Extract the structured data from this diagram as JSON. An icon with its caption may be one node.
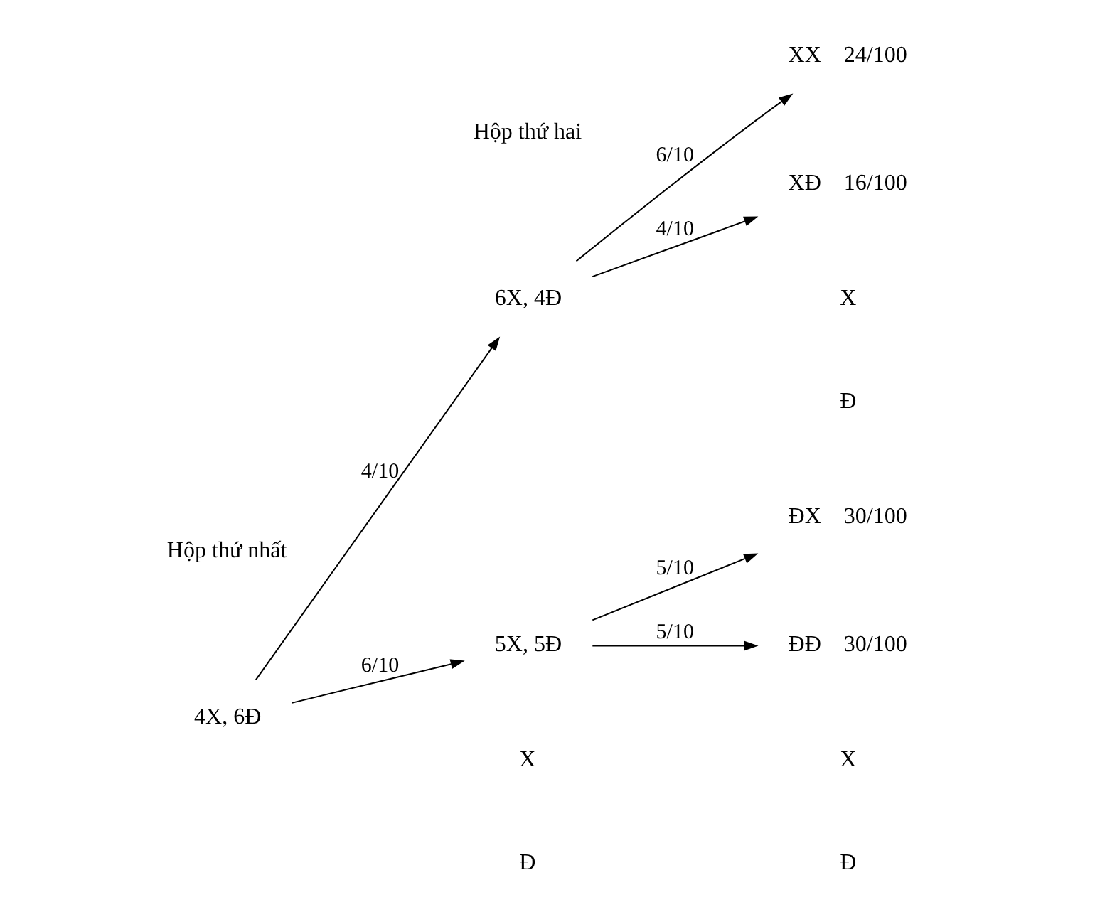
{
  "diagram": {
    "nodes": [
      {
        "text": [
          "4X, 6Đ"
        ]
      },
      {
        "text": [
          "6X, 4Đ"
        ]
      },
      {
        "text": [
          "5X, 5Đ"
        ]
      },
      {
        "text": [
          "XX"
        ],
        "beside": [
          "24/100"
        ]
      },
      {
        "text": [
          "XĐ"
        ],
        "beside": [
          "16/100"
        ]
      },
      {
        "text": [
          "ĐX"
        ],
        "beside": [
          "30/100"
        ]
      },
      {
        "text": [
          "ĐĐ"
        ],
        "beside": [
          "30/100"
        ]
      }
    ],
    "edges": [
      {
        "from": 0,
        "to": 1,
        "arrow": "to",
        "label": "4/10"
      },
      {
        "from": 0,
        "to": 2,
        "arrow": "to",
        "label": "6/10"
      },
      {
        "from": 1,
        "to": 3,
        "arrow": "to",
        "label": "6/10"
      },
      {
        "from": 1,
        "to": 4,
        "arrow": "to",
        "label": "4/10"
      },
      {
        "from": 2,
        "to": 5,
        "arrow": "to",
        "label": "5/10"
      },
      {
        "from": 2,
        "to": 6,
        "arrow": "to",
        "label": "5/10"
      }
    ],
    "labels": [
      "Hộp thứ nhất",
      "Hộp thứ hai",
      "X",
      "Đ",
      "X",
      "Đ",
      "X",
      "Đ"
    ]
  }
}
